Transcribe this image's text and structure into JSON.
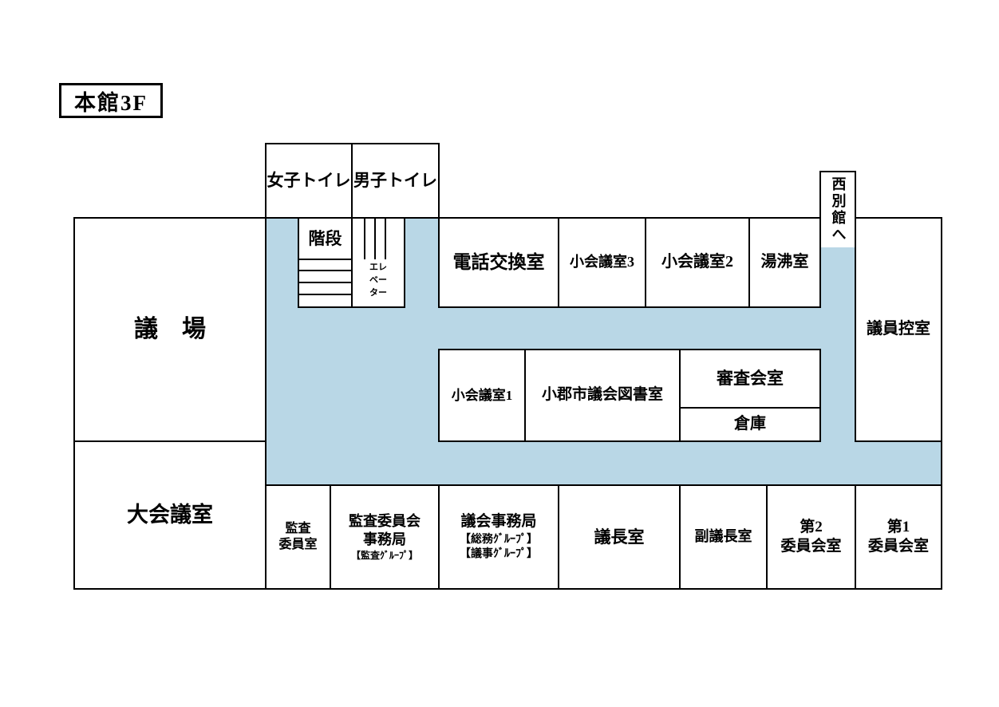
{
  "title": "本館3F",
  "colors": {
    "corridor": "#b9d7e6",
    "line": "#000000",
    "background": "#ffffff"
  },
  "rooms": {
    "assembly_hall": "議　場",
    "large_conference": "大会議室",
    "womens_toilet": "女子トイレ",
    "mens_toilet": "男子トイレ",
    "stairs": "階段",
    "elevator": "エレ\nベー\nター",
    "telephone_exchange": "電話交換室",
    "small_meeting_3": "小会議室3",
    "small_meeting_2": "小会議室2",
    "hot_water": "湯沸室",
    "to_west_annex": "西別館へ",
    "members_waiting": "議員控室",
    "small_meeting_1": "小会議室1",
    "council_library": "小郡市議会図書室",
    "examination_room": "審査会室",
    "storage": "倉庫",
    "audit_committee": "監査\n委員室",
    "audit_secretariat_main": "監査委員会\n事務局",
    "audit_secretariat_sub": "【監査ｸﾞﾙｰﾌﾟ】",
    "council_secretariat_main": "議会事務局",
    "council_secretariat_sub": "【総務ｸﾞﾙｰﾌﾟ】\n【議事ｸﾞﾙｰﾌﾟ】",
    "chairman_room": "議長室",
    "vice_chairman_room": "副議長室",
    "committee_room_2": "第2\n委員会室",
    "committee_room_1": "第1\n委員会室"
  }
}
